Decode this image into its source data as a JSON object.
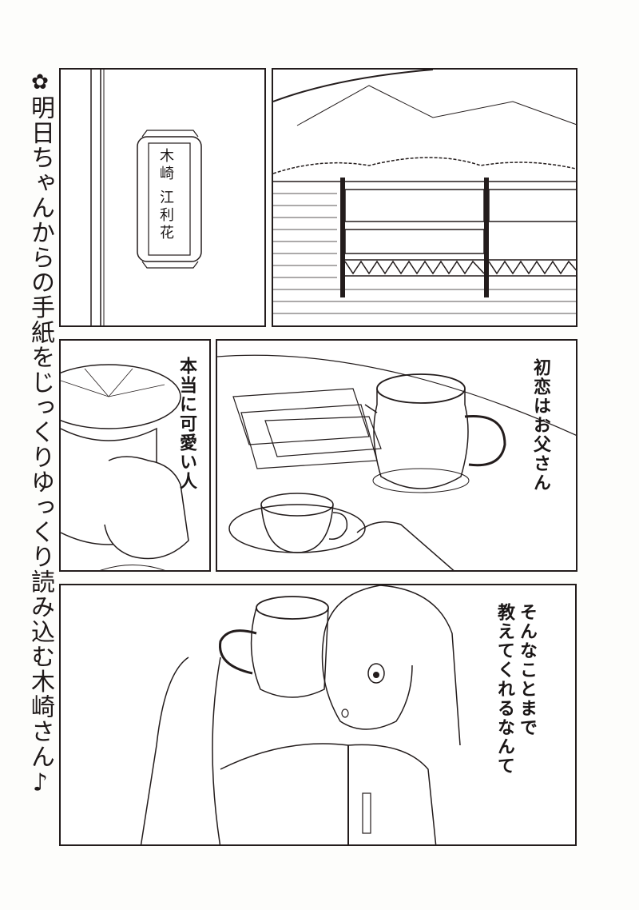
{
  "page": {
    "type": "manga-page",
    "background": "#fdfdfb",
    "ink": "#231c1c"
  },
  "caption": {
    "icon": "flower-bullet-icon",
    "icon_glyph": "✿",
    "text": "明日ちゃんからの手紙をじっくりゆっくり読み込む木崎さん♪"
  },
  "panels": [
    {
      "id": "panel-1",
      "description": "Door with nameplate",
      "nameplate": {
        "surname": "木崎",
        "given_name": "江利花"
      }
    },
    {
      "id": "panel-2",
      "description": "Traditional building with trees and mountain"
    },
    {
      "id": "panel-3",
      "description": "Hand holding glass teapot lid",
      "balloon": "本当に可愛い人"
    },
    {
      "id": "panel-4",
      "description": "Glass teapot, teacup and letters on table",
      "balloon": "初恋はお父さん"
    },
    {
      "id": "panel-5",
      "description": "Girl looking through glass teapot",
      "balloon_lines": [
        "そんなことまで",
        "教えてくれるなんて"
      ]
    }
  ]
}
